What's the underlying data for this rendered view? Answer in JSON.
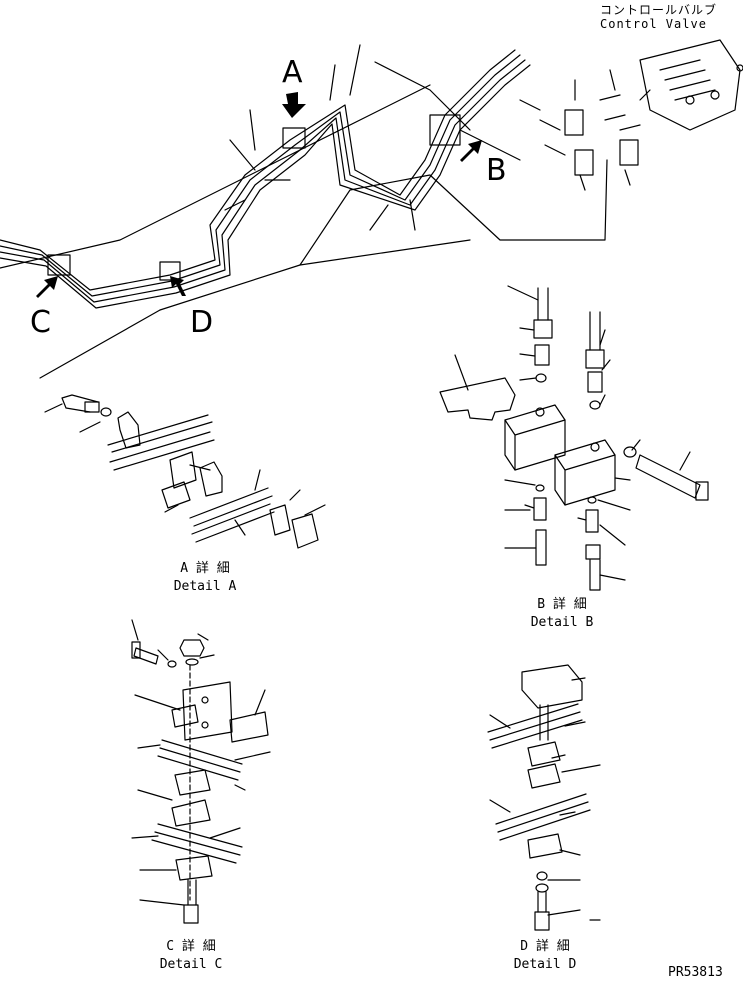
{
  "header": {
    "valve_label_jp": "コントロールバルブ",
    "valve_label_en": "Control Valve"
  },
  "callouts": {
    "a": "A",
    "b": "B",
    "c": "C",
    "d": "D"
  },
  "details": {
    "a": {
      "jp": "A 詳 細",
      "en": "Detail A"
    },
    "b": {
      "jp": "B 詳 細",
      "en": "Detail B"
    },
    "c": {
      "jp": "C 詳 細",
      "en": "Detail C"
    },
    "d": {
      "jp": "D 詳 細",
      "en": "Detail D"
    }
  },
  "drawing_number": "PR53813"
}
